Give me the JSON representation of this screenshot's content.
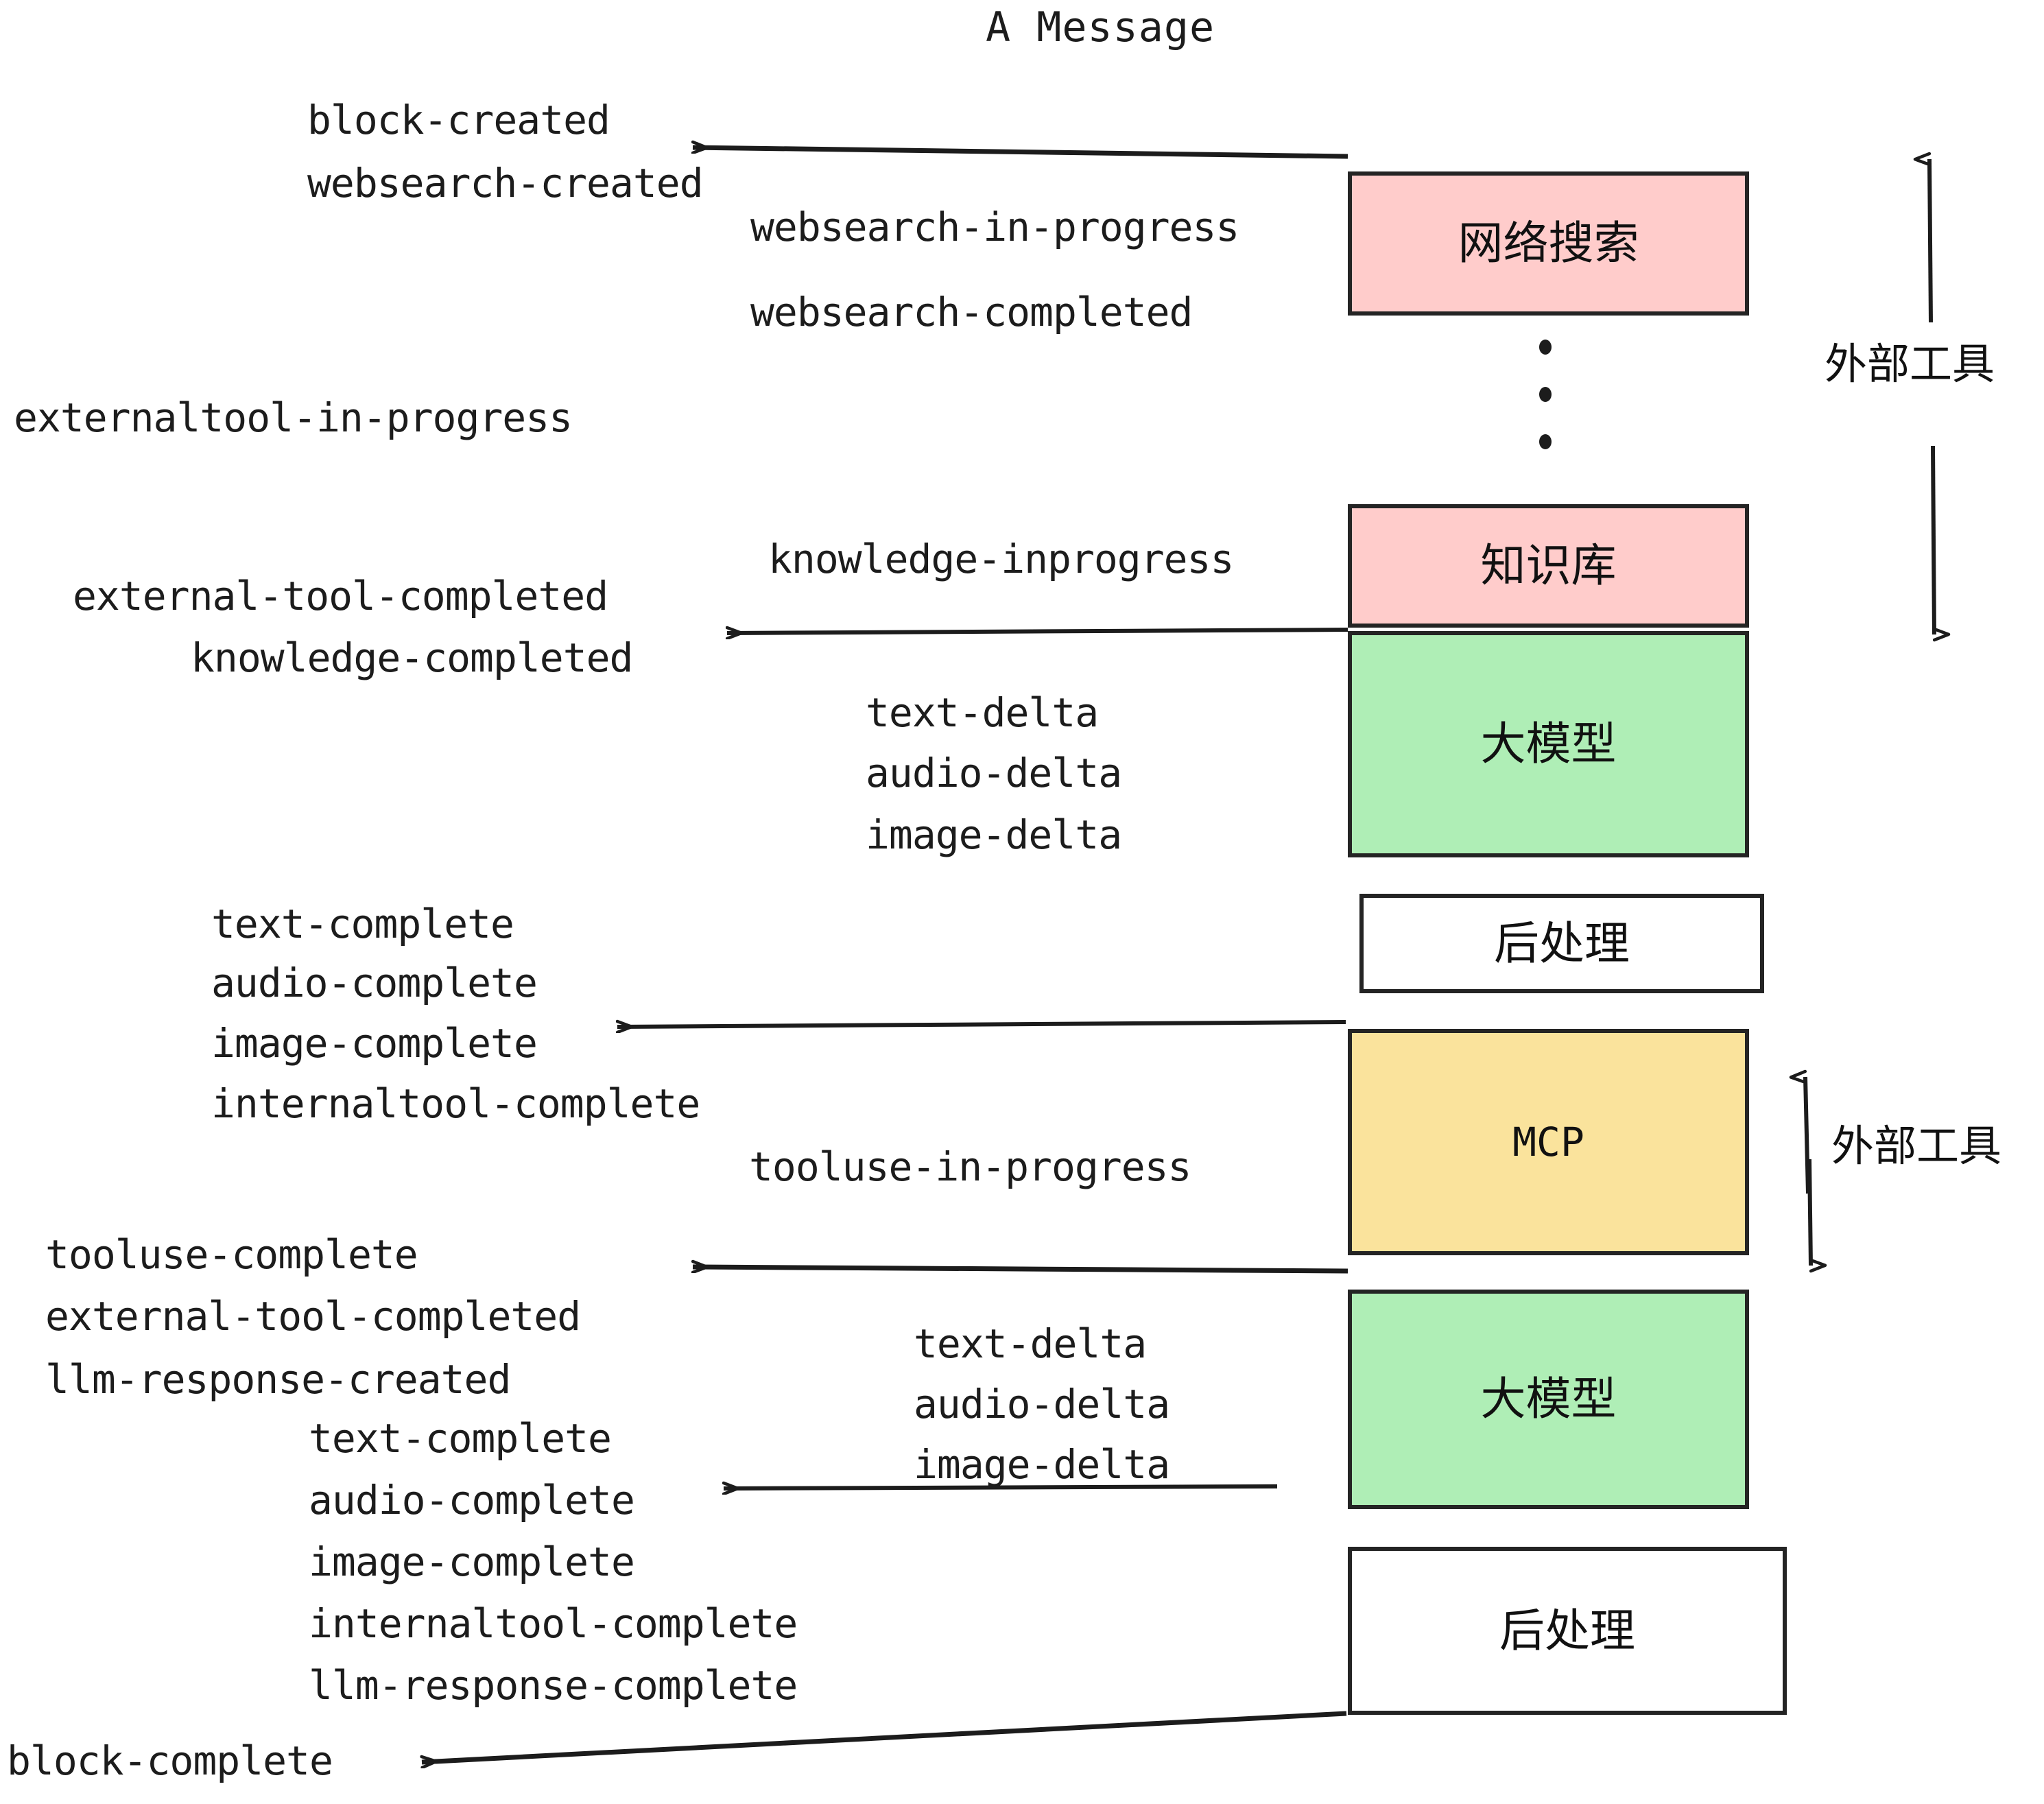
{
  "diagram": {
    "title": "A Message",
    "colors": {
      "pink": "#FFCCCB",
      "green": "#AFEEB6",
      "yellow": "#FAE39C",
      "white": "#FFFFFF",
      "stroke": "#242424",
      "text": "#1C1C1C"
    },
    "boxes": [
      {
        "id": "websearch",
        "label": "网络搜索",
        "fill": "#FFCCCB"
      },
      {
        "id": "knowledge",
        "label": "知识库",
        "fill": "#FFCCCB"
      },
      {
        "id": "llm1",
        "label": "大模型",
        "fill": "#AFEEB6"
      },
      {
        "id": "postproc1",
        "label": "后处理",
        "fill": "#FFFFFF"
      },
      {
        "id": "mcp",
        "label": "MCP",
        "fill": "#FAE39C"
      },
      {
        "id": "llm2",
        "label": "大模型",
        "fill": "#AFEEB6"
      },
      {
        "id": "postproc2",
        "label": "后处理",
        "fill": "#FFFFFF"
      }
    ],
    "side_labels": [
      {
        "id": "external-tools-top",
        "text": "外部工具"
      },
      {
        "id": "external-tools-bottom",
        "text": "外部工具"
      }
    ],
    "events": [
      {
        "id": "block-created",
        "text": "block-created"
      },
      {
        "id": "websearch-created",
        "text": "websearch-created"
      },
      {
        "id": "websearch-in-progress",
        "text": "websearch-in-progress"
      },
      {
        "id": "websearch-completed",
        "text": "websearch-completed"
      },
      {
        "id": "externaltool-in-progress",
        "text": "externaltool-in-progress"
      },
      {
        "id": "knowledge-inprogress",
        "text": "knowledge-inprogress"
      },
      {
        "id": "external-tool-completed-1",
        "text": "external-tool-completed"
      },
      {
        "id": "knowledge-completed",
        "text": "knowledge-completed"
      },
      {
        "id": "text-delta-1",
        "text": "text-delta"
      },
      {
        "id": "audio-delta-1",
        "text": "audio-delta"
      },
      {
        "id": "image-delta-1",
        "text": "image-delta"
      },
      {
        "id": "text-complete-1",
        "text": "text-complete"
      },
      {
        "id": "audio-complete-1",
        "text": "audio-complete"
      },
      {
        "id": "image-complete-1",
        "text": "image-complete"
      },
      {
        "id": "internaltool-complete-1",
        "text": "internaltool-complete"
      },
      {
        "id": "tooluse-in-progress",
        "text": "tooluse-in-progress"
      },
      {
        "id": "tooluse-complete",
        "text": "tooluse-complete"
      },
      {
        "id": "external-tool-completed-2",
        "text": "external-tool-completed"
      },
      {
        "id": "llm-response-created",
        "text": "llm-response-created"
      },
      {
        "id": "text-delta-2",
        "text": "text-delta"
      },
      {
        "id": "audio-delta-2",
        "text": "audio-delta"
      },
      {
        "id": "image-delta-2",
        "text": "image-delta"
      },
      {
        "id": "text-complete-2",
        "text": "text-complete"
      },
      {
        "id": "audio-complete-2",
        "text": "audio-complete"
      },
      {
        "id": "image-complete-2",
        "text": "image-complete"
      },
      {
        "id": "internaltool-complete-2",
        "text": "internaltool-complete"
      },
      {
        "id": "llm-response-complete",
        "text": "llm-response-complete"
      },
      {
        "id": "block-complete",
        "text": "block-complete"
      }
    ]
  }
}
